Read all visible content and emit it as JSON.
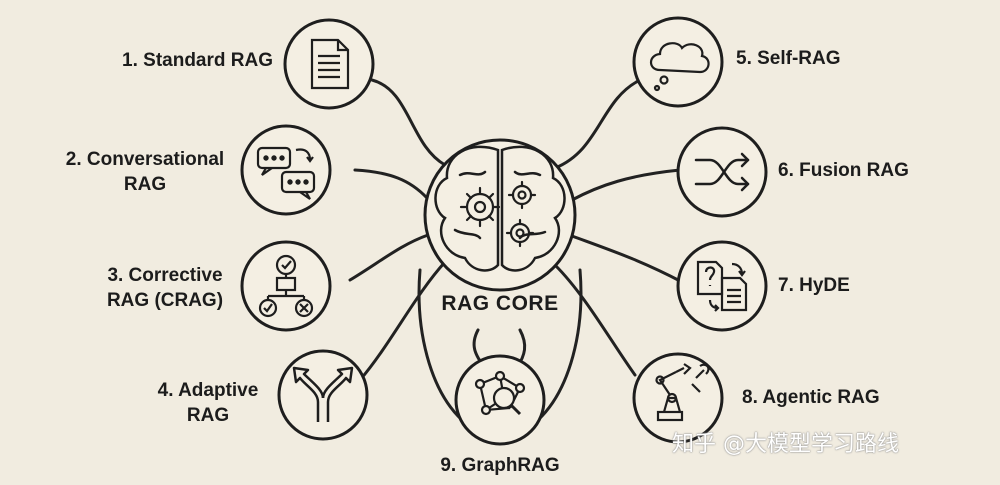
{
  "core": {
    "label": "RAG CORE"
  },
  "nodes": [
    {
      "label_lines": [
        "1. Standard RAG"
      ],
      "icon": "document-icon"
    },
    {
      "label_lines": [
        "2. Conversational",
        "RAG"
      ],
      "icon": "chat-bubbles-icon"
    },
    {
      "label_lines": [
        "3. Corrective",
        "RAG (CRAG)"
      ],
      "icon": "flowchart-check-icon"
    },
    {
      "label_lines": [
        "4. Adaptive",
        "RAG"
      ],
      "icon": "split-arrow-icon"
    },
    {
      "label_lines": [
        "5. Self-RAG"
      ],
      "icon": "thought-cloud-icon"
    },
    {
      "label_lines": [
        "6. Fusion RAG"
      ],
      "icon": "shuffle-icon"
    },
    {
      "label_lines": [
        "7. HyDE"
      ],
      "icon": "question-document-icon"
    },
    {
      "label_lines": [
        "8. Agentic RAG"
      ],
      "icon": "robot-arm-icon"
    },
    {
      "label_lines": [
        "9. GraphRAG"
      ],
      "icon": "graph-search-icon"
    }
  ],
  "watermark": "知乎 @大模型学习路线"
}
